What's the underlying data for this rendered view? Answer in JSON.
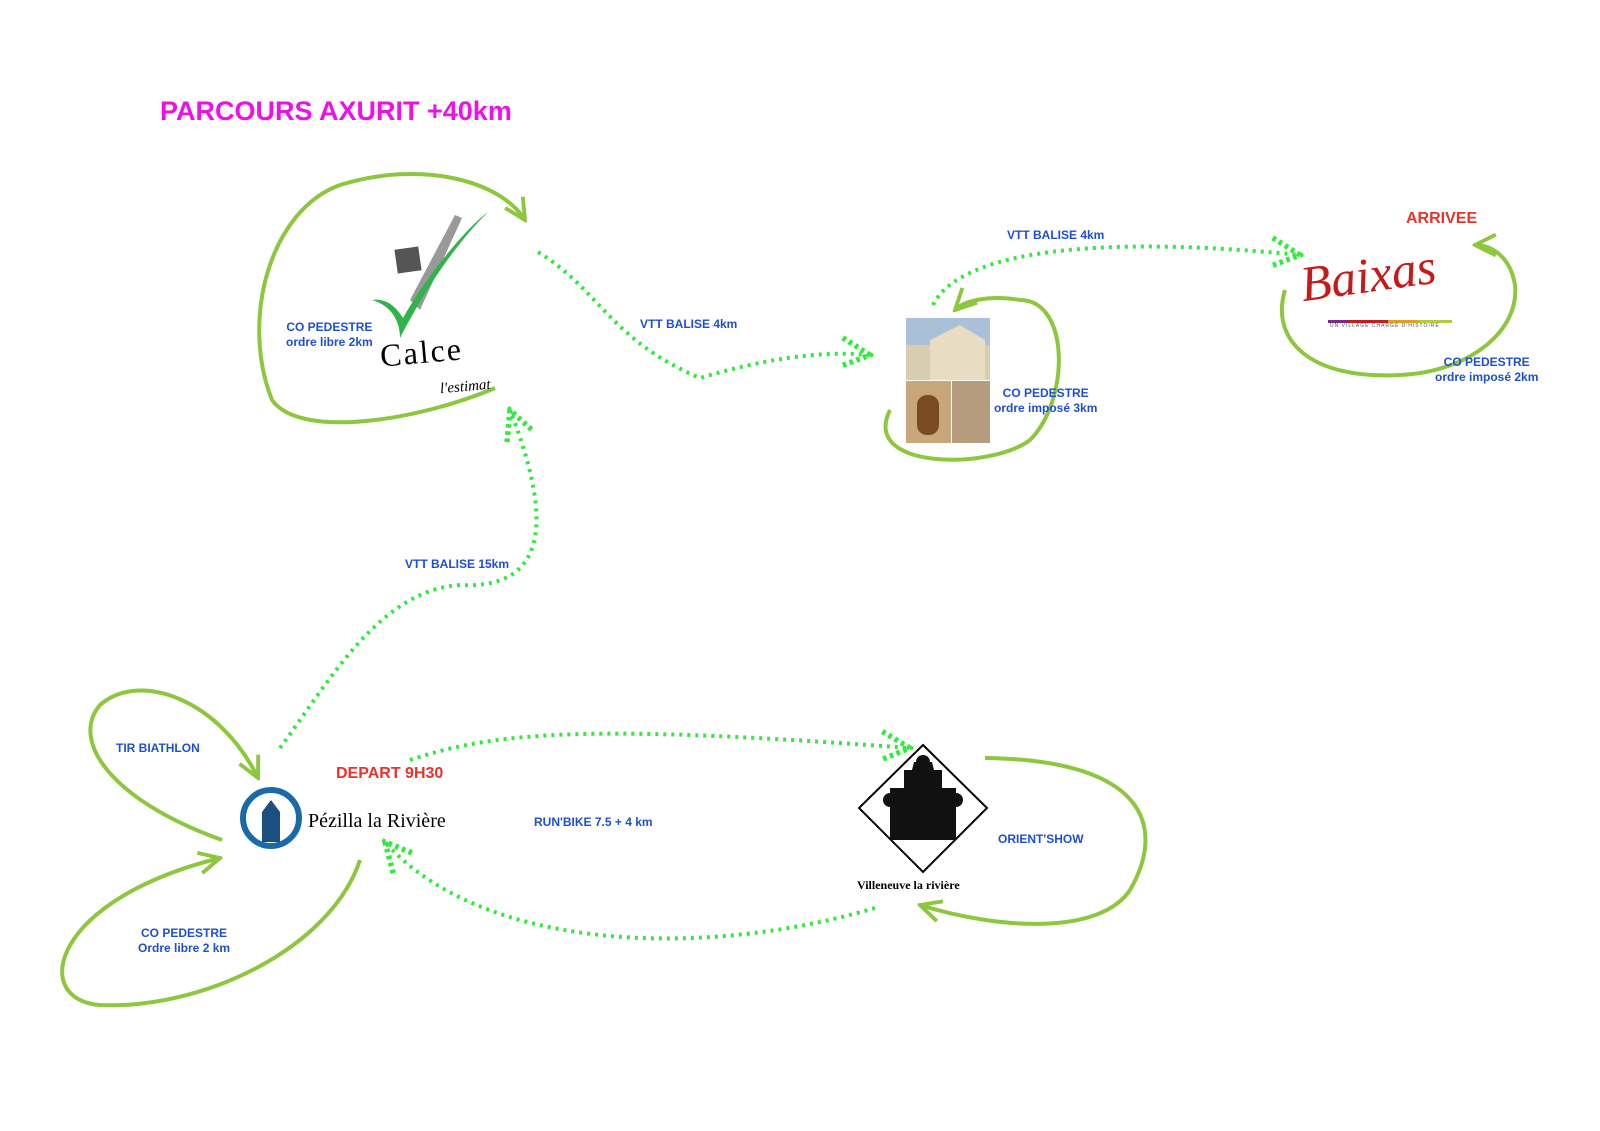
{
  "title": "PARCOURS AXURIT +40km",
  "colors": {
    "title": "#ee10e8",
    "label": "#1f4fd1",
    "highlight": "#e8332a",
    "loop": "#8dc63f",
    "dotted": "#33e83f"
  },
  "places": {
    "calce": {
      "name": "Calce",
      "tagline": "l'estimat"
    },
    "pezilla": {
      "name": "Pézilla la Rivière"
    },
    "villeneuve": {
      "name": "Villeneuve la rivière"
    },
    "baixas": {
      "name": "Baixas",
      "tagline": "UN VILLAGE CHARGÉ D'HISTOIRE"
    }
  },
  "labels": {
    "depart": "DEPART 9H30",
    "arrivee": "ARRIVEE",
    "calce_co": [
      "CO PEDESTRE",
      "ordre libre 2km"
    ],
    "vtt_calce_church": "VTT BALISE 4km",
    "church_co": [
      "CO PEDESTRE",
      "ordre imposé 3km"
    ],
    "vtt_church_baixas": "VTT BALISE 4km",
    "baixas_co": [
      "CO PEDESTRE",
      "ordre imposé 2km"
    ],
    "vtt_pezilla_calce": "VTT BALISE 15km",
    "tir": "TIR BIATHLON",
    "pezilla_co": [
      "CO PEDESTRE",
      "Ordre libre 2 km"
    ],
    "runbike": "RUN'BIKE 7.5 + 4 km",
    "orient": "ORIENT'SHOW"
  }
}
